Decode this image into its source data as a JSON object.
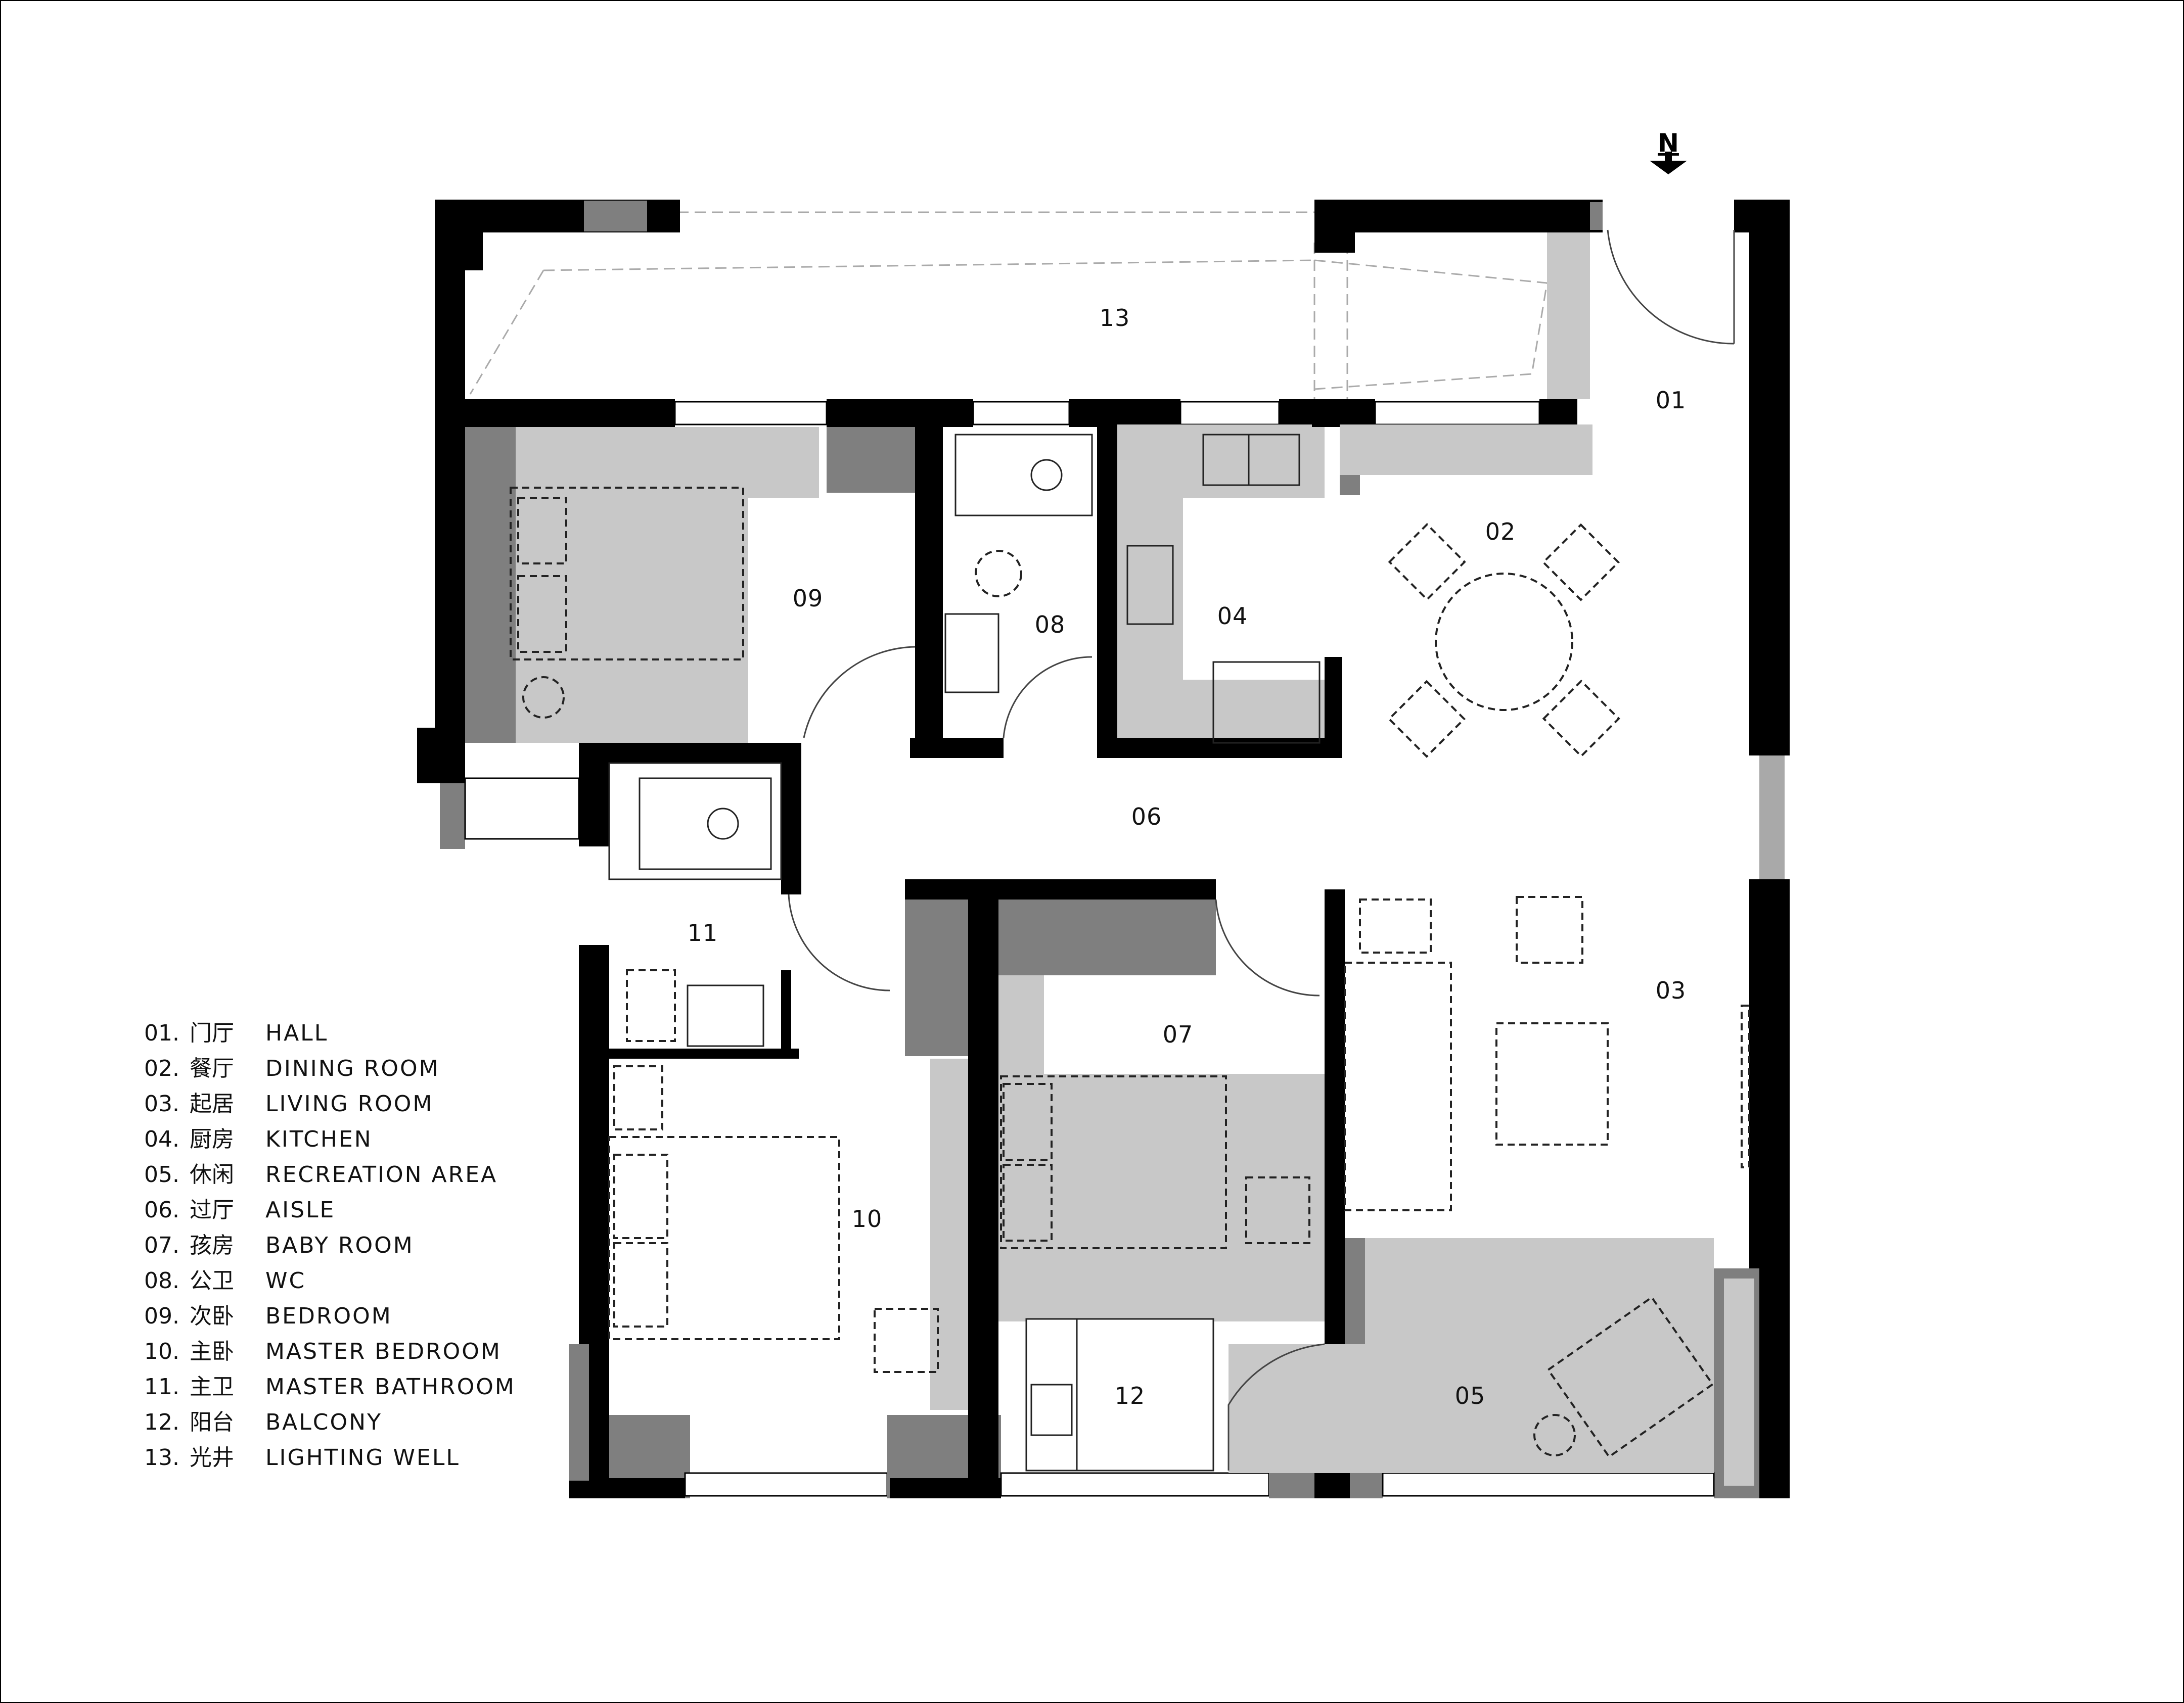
{
  "north_marker": "N",
  "rooms": {
    "r01": "01",
    "r02": "02",
    "r03": "03",
    "r04": "04",
    "r05": "05",
    "r06": "06",
    "r07": "07",
    "r08": "08",
    "r09": "09",
    "r10": "10",
    "r11": "11",
    "r12": "12",
    "r13": "13"
  },
  "legend": [
    {
      "num": "01.",
      "zh": "门厅",
      "en": "HALL"
    },
    {
      "num": "02.",
      "zh": "餐厅",
      "en": "DINING ROOM"
    },
    {
      "num": "03.",
      "zh": "起居",
      "en": "LIVING ROOM"
    },
    {
      "num": "04.",
      "zh": "厨房",
      "en": "KITCHEN"
    },
    {
      "num": "05.",
      "zh": "休闲",
      "en": "RECREATION AREA"
    },
    {
      "num": "06.",
      "zh": "过厅",
      "en": "AISLE"
    },
    {
      "num": "07.",
      "zh": "孩房",
      "en": "BABY ROOM"
    },
    {
      "num": "08.",
      "zh": "公卫",
      "en": "WC"
    },
    {
      "num": "09.",
      "zh": "次卧",
      "en": "BEDROOM"
    },
    {
      "num": "10.",
      "zh": "主卧",
      "en": "MASTER BEDROOM"
    },
    {
      "num": "11.",
      "zh": "主卫",
      "en": "MASTER BATHROOM"
    },
    {
      "num": "12.",
      "zh": "阳台",
      "en": "BALCONY"
    },
    {
      "num": "13.",
      "zh": "光井",
      "en": "LIGHTING WELL"
    }
  ]
}
